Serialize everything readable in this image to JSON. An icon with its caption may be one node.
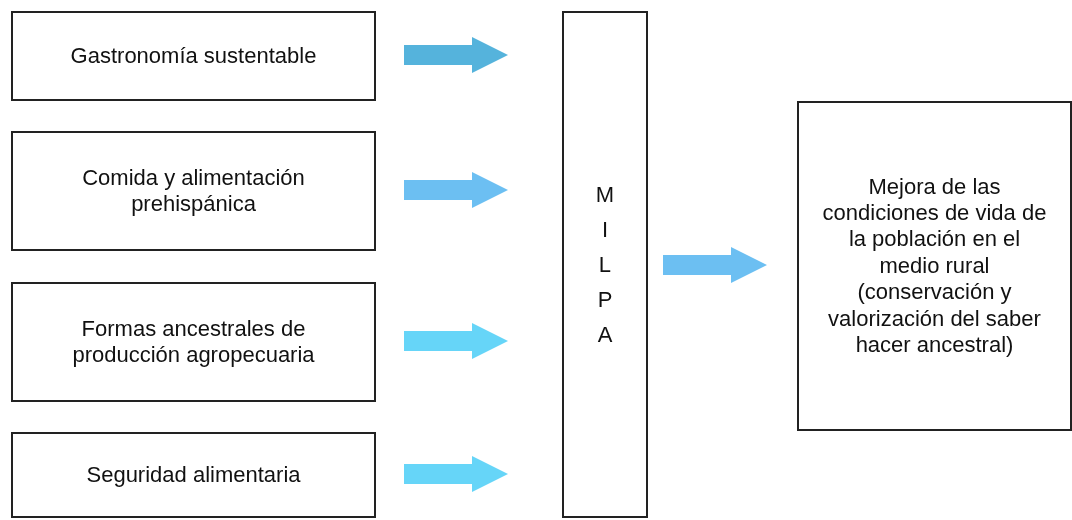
{
  "diagram": {
    "nodes": [
      {
        "text": [
          "Gastronomía sustentable"
        ]
      },
      {
        "text": [
          "Comida y alimentación prehispánica"
        ]
      },
      {
        "text": [
          "Formas ancestrales de producción agropecuaria"
        ]
      },
      {
        "text": [
          "Seguridad alimentaria"
        ]
      },
      {
        "text": [
          "MILPA"
        ]
      },
      {
        "text": [
          "Mejora de las condiciones de vida de la población en el medio rural (conservación y valorización del saber hacer ancestral)"
        ]
      }
    ],
    "edges": [
      {
        "from": 0,
        "to": 4,
        "arrow": "to",
        "color": "#55b3dc"
      },
      {
        "from": 1,
        "to": 4,
        "arrow": "to",
        "color": "#6cbff2"
      },
      {
        "from": 2,
        "to": 4,
        "arrow": "to",
        "color": "#66d5f8"
      },
      {
        "from": 3,
        "to": 4,
        "arrow": "to",
        "color": "#66d5f8"
      },
      {
        "from": 4,
        "to": 5,
        "arrow": "to",
        "color": "#6cbff2"
      }
    ]
  }
}
